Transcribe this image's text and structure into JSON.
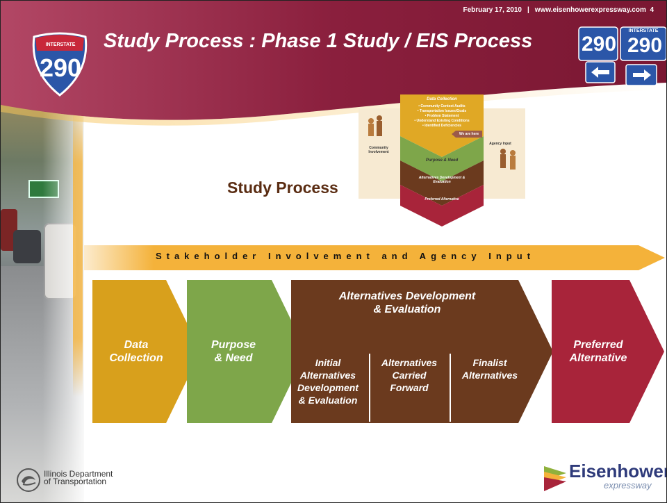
{
  "header": {
    "date": "February 17, 2010",
    "separator": "|",
    "url": "www.eisenhowerexpressway.com",
    "page_number": "4",
    "title": "Study Process : Phase 1 Study / EIS Process",
    "shield_top": "INTERSTATE",
    "shield_number": "290",
    "sign_number": "290",
    "sign_top": "INTERSTATE"
  },
  "study_process": {
    "title": "Study Process",
    "diagram": {
      "data_collection": "Data Collection",
      "bullets": [
        "• Community Context Audits",
        "• Transportation Issues/Goals",
        "• Problem Statement",
        "• Understand Existing Conditions",
        "• Identified Deficiencies"
      ],
      "we_are_here": "We are here",
      "community": "Community Involvement",
      "agency": "Agency Input",
      "purpose_need": "Purpose & Need",
      "alternatives": "Alternatives Development & Evaluation",
      "preferred": "Preferred Alternative"
    }
  },
  "stakeholder": {
    "label": "Stakeholder Involvement and Agency Input",
    "color": "#f4b23a"
  },
  "process": {
    "data_collection": {
      "line1": "Data",
      "line2": "Collection",
      "color": "#d8a01c"
    },
    "purpose_need": {
      "line1": "Purpose",
      "line2": "& Need",
      "color": "#7ea64a"
    },
    "alternatives": {
      "line1": "Alternatives Development",
      "line2": "& Evaluation",
      "color": "#6b3a1e",
      "sub": [
        {
          "lines": [
            "Initial",
            "Alternatives",
            "Development",
            "& Evaluation"
          ]
        },
        {
          "lines": [
            "Alternatives",
            "Carried",
            "Forward"
          ]
        },
        {
          "lines": [
            "Finalist",
            "Alternatives"
          ]
        }
      ]
    },
    "preferred": {
      "line1": "Preferred",
      "line2": "Alternative",
      "color": "#a8243a"
    }
  },
  "footer": {
    "idot_line1": "Illinois Department",
    "idot_line2": "of Transportation",
    "logo_word": "Eisenhower",
    "logo_sub": "expressway"
  },
  "colors": {
    "header": "#8a1f3d",
    "header_light": "#b24765",
    "title_brown": "#5a2c12"
  }
}
